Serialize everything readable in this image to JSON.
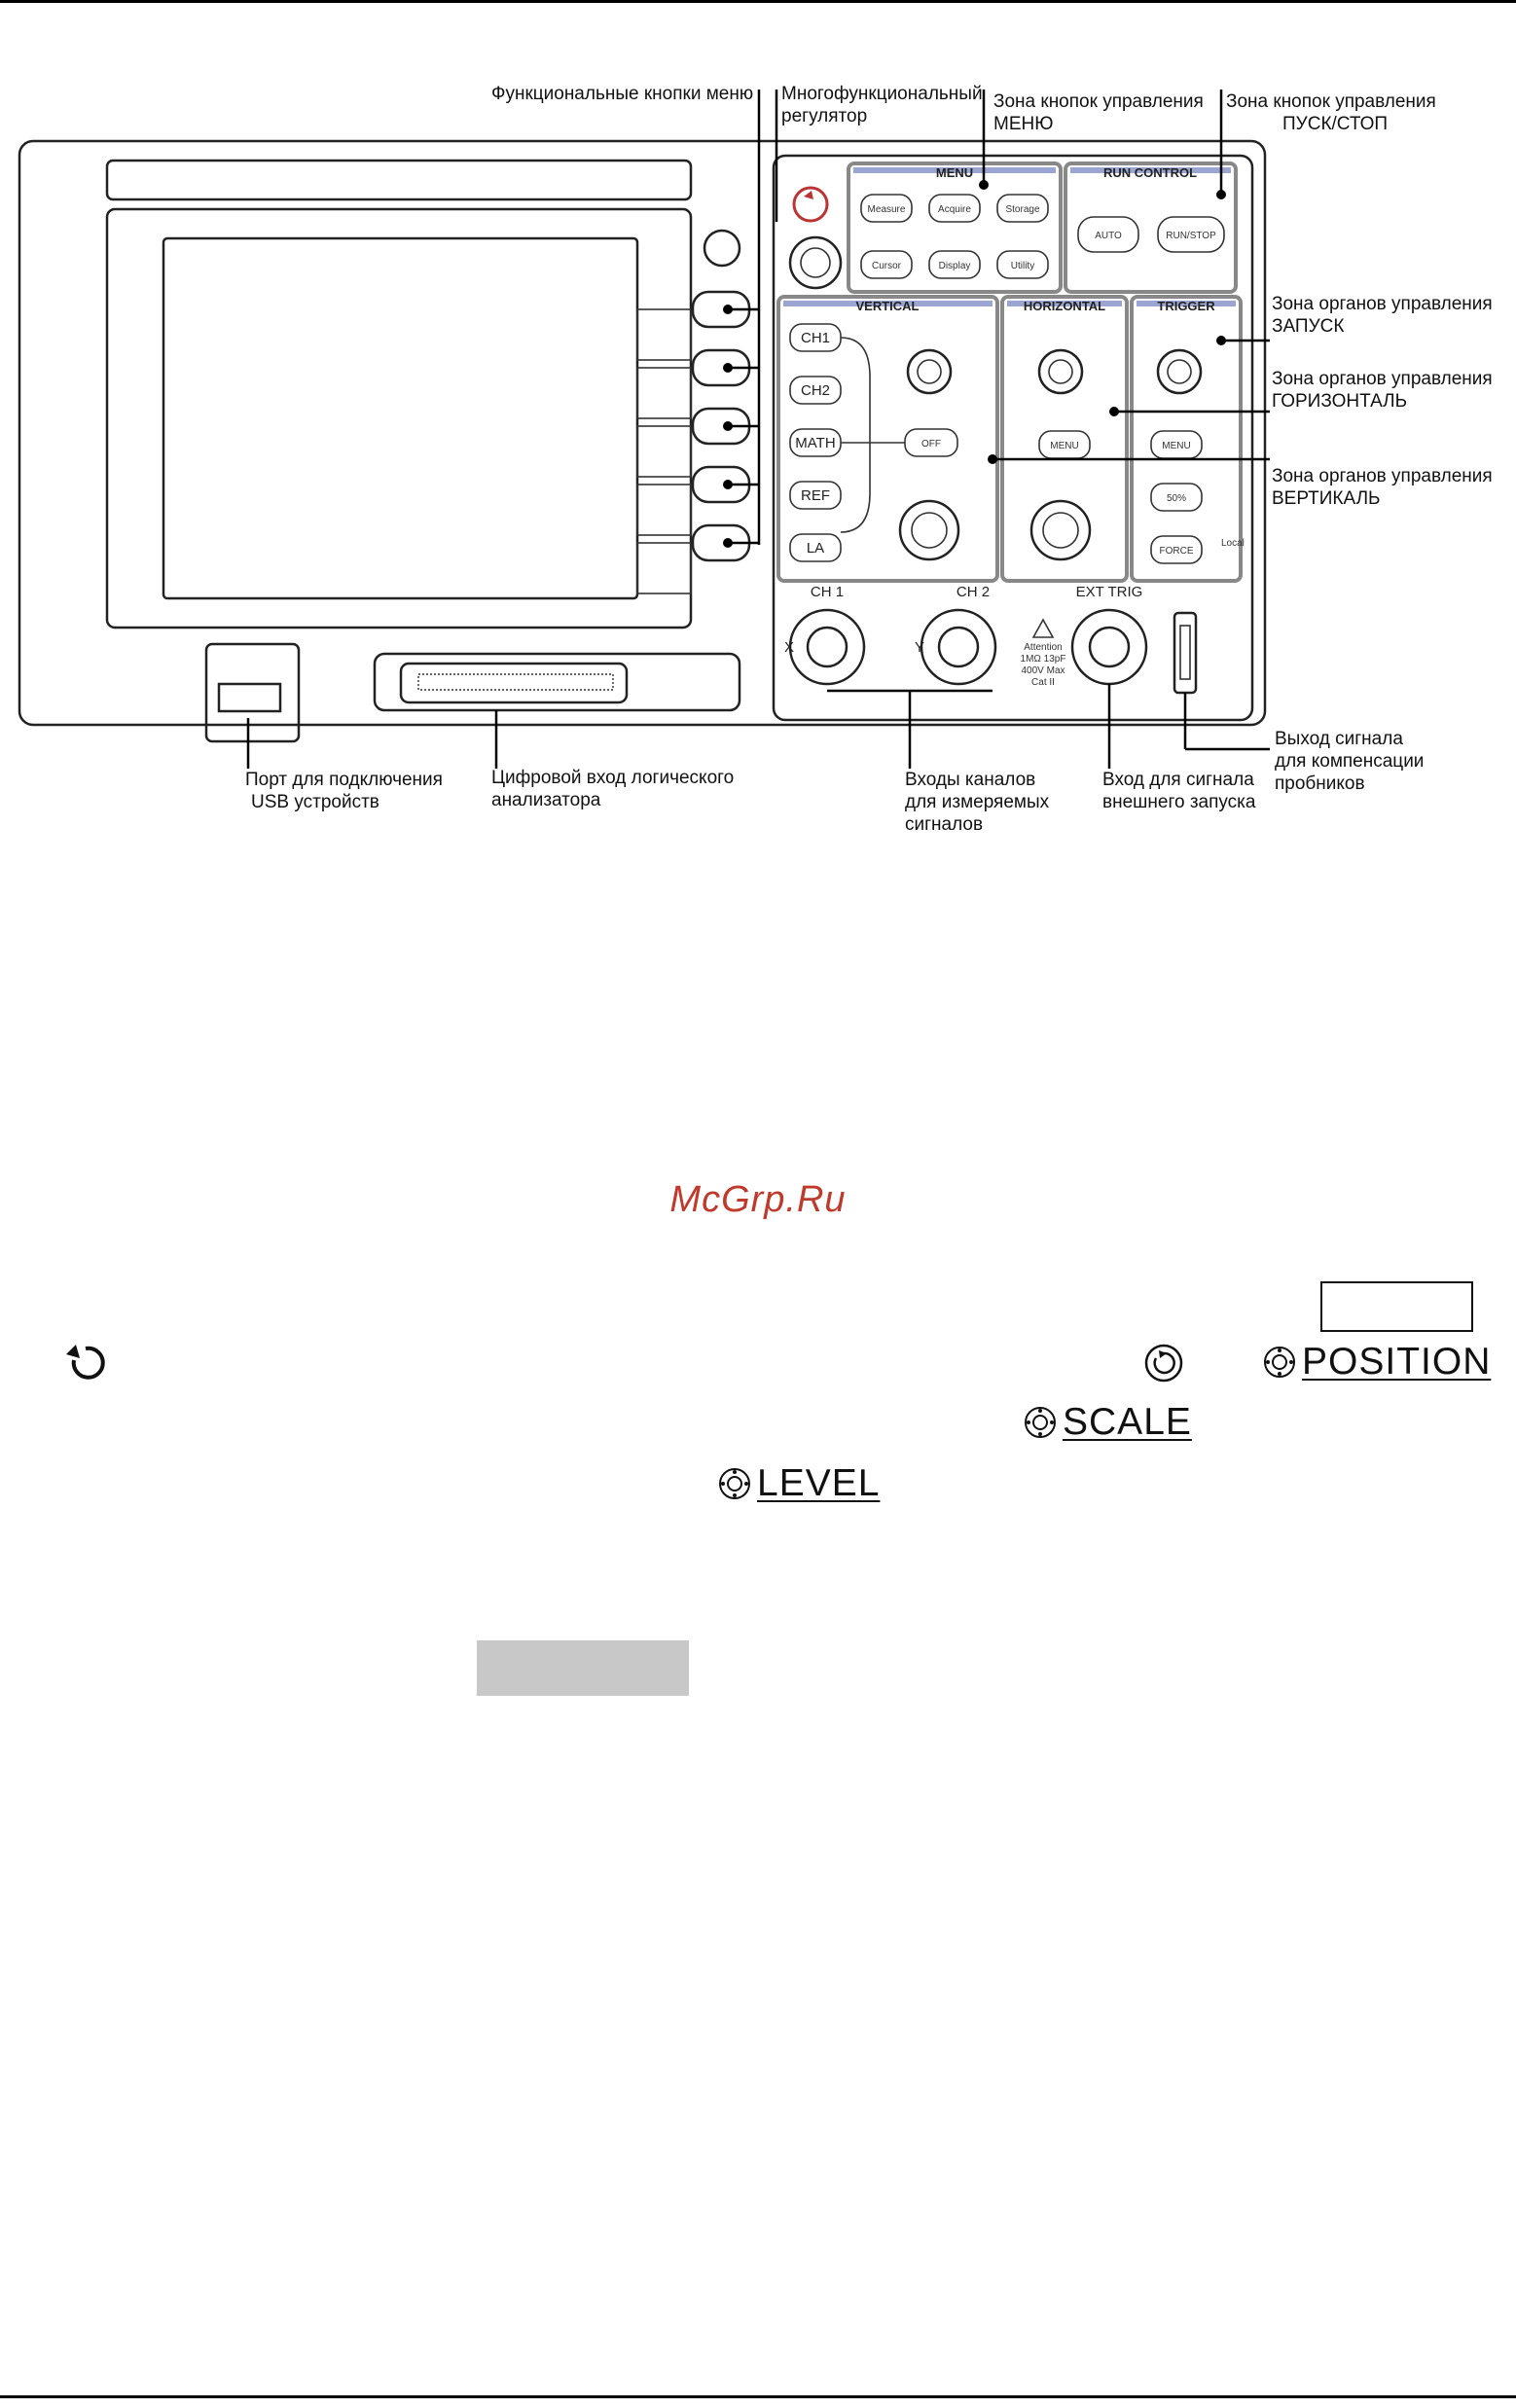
{
  "diagram": {
    "menu_header": "MENU",
    "run_header": "RUN CONTROL",
    "vertical_header": "VERTICAL",
    "horizontal_header": "HORIZONTAL",
    "trigger_header": "TRIGGER",
    "menu_buttons": [
      "Measure",
      "Acquire",
      "Storage",
      "Cursor",
      "Display",
      "Utility"
    ],
    "run_buttons": [
      "AUTO",
      "RUN/STOP"
    ],
    "channel_buttons": [
      "CH1",
      "CH2",
      "MATH",
      "REF",
      "LA"
    ],
    "off_button": "OFF",
    "horizontal_menu_button": "MENU",
    "trigger_buttons": [
      "MENU",
      "50%",
      "FORCE"
    ],
    "trigger_extra": "Local",
    "input_labels": [
      "CH 1",
      "CH 2",
      "EXT TRIG"
    ],
    "input_axis_labels": [
      "X",
      "Y"
    ],
    "warning_text": [
      "Attention",
      "1MΩ 13pF",
      "400V Max",
      "Cat II"
    ]
  },
  "callouts": {
    "menu_function_buttons": "Функциональные кнопки меню",
    "multifunction_knob": [
      "Многофункциональный",
      "регулятор"
    ],
    "menu_zone": [
      "Зона кнопок управления",
      "МЕНЮ"
    ],
    "run_stop_zone": [
      "Зона кнопок управления",
      "ПУСК/СТОП"
    ],
    "trigger_zone": [
      "Зона органов управления",
      "ЗАПУСК"
    ],
    "horizontal_zone": [
      "Зона органов управления",
      "ГОРИЗОНТАЛЬ"
    ],
    "vertical_zone": [
      "Зона органов управления",
      "ВЕРТИКАЛЬ"
    ],
    "usb_port": [
      "Порт для подключения",
      "USB устройств"
    ],
    "logic_analyzer_input": [
      "Цифровой вход логического",
      "анализатора"
    ],
    "channel_inputs": [
      "Входы каналов",
      "для измеряемых",
      "сигналов"
    ],
    "ext_trigger_input": [
      "Вход для сигнала",
      "внешнего запуска"
    ],
    "probe_compensation": [
      "Выход сигнала",
      "для компенсации",
      "пробников"
    ]
  },
  "watermark": "McGrp.Ru",
  "knob_labels": {
    "position": "POSITION",
    "scale": "SCALE",
    "level": "LEVEL"
  },
  "icons": [
    "rotate-arrow-icon",
    "circular-knob-icon",
    "knob-icon"
  ]
}
